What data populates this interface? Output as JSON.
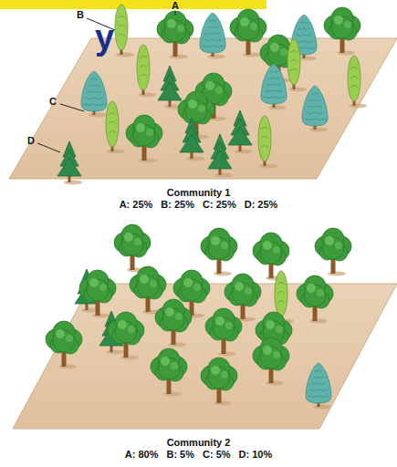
{
  "diagram": {
    "labels": [
      "y",
      "A",
      "B",
      "C",
      "D",
      "Community 1",
      "A: 25%",
      "B: 25%",
      "C: 25%",
      "D: 25%",
      "Community 2",
      "A: 80%",
      "B: 5%",
      "C: 5%",
      "D: 10%"
    ]
  }
}
